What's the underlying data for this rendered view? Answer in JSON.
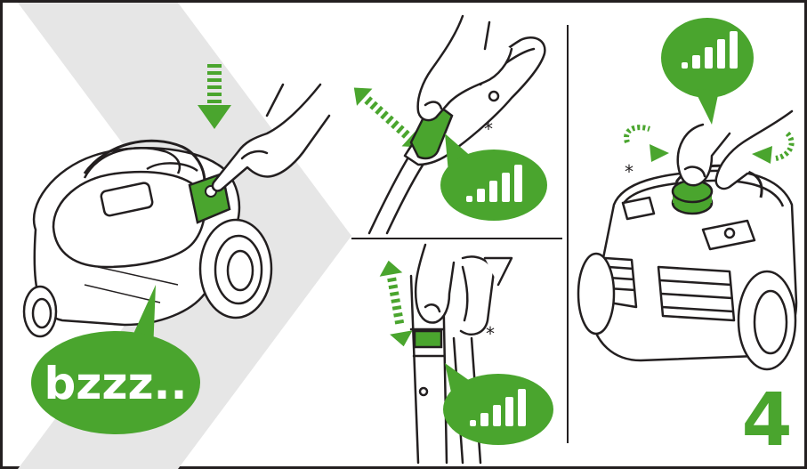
{
  "step_number": "4",
  "speech_text": "bzzz..",
  "asterisk_symbol": "*",
  "colors": {
    "accent_green": "#4aa52e",
    "line_dark": "#231f20",
    "chevron_grey": "#e6e6e6",
    "background": "#ffffff"
  },
  "panels": [
    {
      "id": "power-on",
      "icon": "vacuum-power-button-press"
    },
    {
      "id": "handle-suction-slider",
      "icon": "handle-slider-adjust",
      "level_icon": "signal-bars-icon"
    },
    {
      "id": "tube-suction-slider",
      "icon": "tube-slider-adjust",
      "level_icon": "signal-bars-icon"
    },
    {
      "id": "body-suction-dial",
      "icon": "rotary-dial-adjust",
      "level_icon": "signal-bars-icon"
    }
  ]
}
